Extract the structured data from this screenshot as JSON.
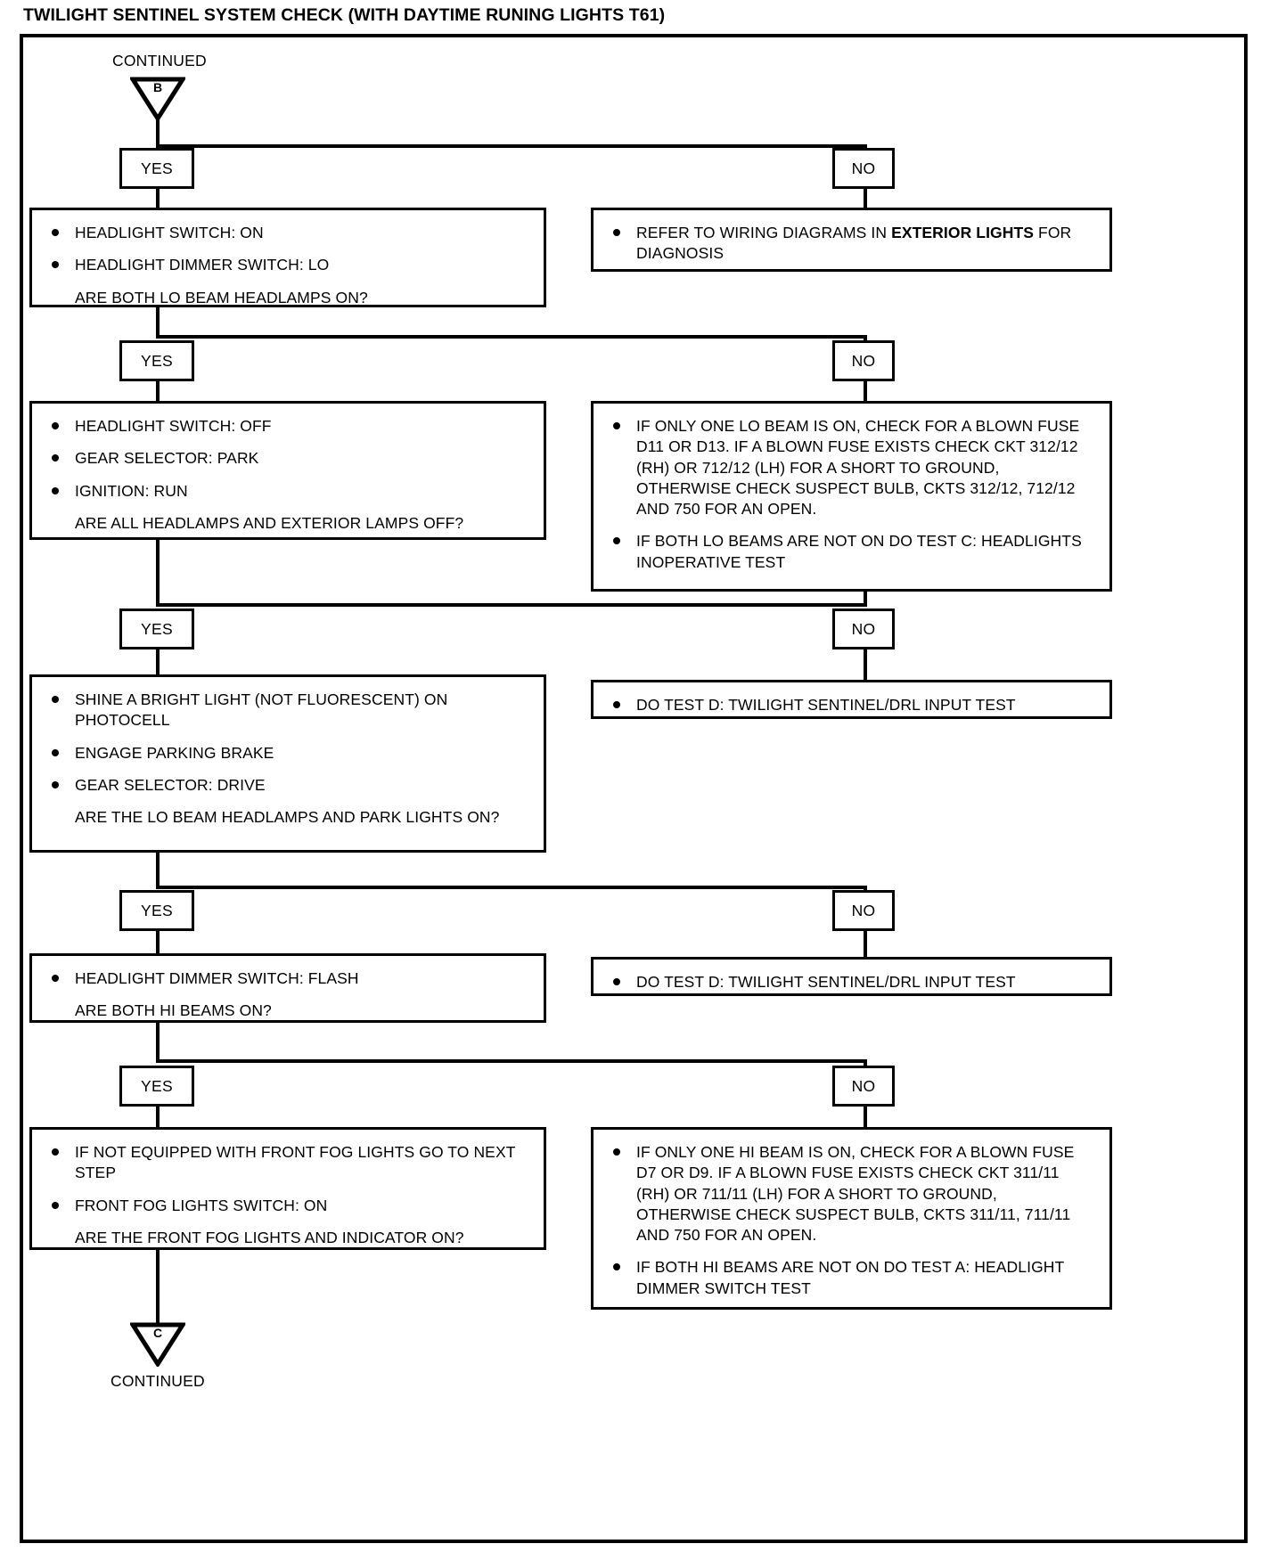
{
  "title": "TWILIGHT SENTINEL SYSTEM CHECK (WITH DAYTIME RUNING LIGHTS T61)",
  "labels": {
    "continued_top": "CONTINUED",
    "continued_bottom": "CONTINUED",
    "marker_top": "B",
    "marker_bottom": "C",
    "yes": "YES",
    "no": "NO"
  },
  "steps": [
    {
      "id": "step-1",
      "yes_label": "YES",
      "no_label": "NO",
      "yes_box": {
        "bullets": [
          "HEADLIGHT SWITCH: ON",
          "HEADLIGHT DIMMER SWITCH: LO"
        ],
        "question": "ARE BOTH LO BEAM HEADLAMPS ON?"
      },
      "no_box": {
        "bullets": [
          "REFER TO WIRING DIAGRAMS IN EXTERIOR LIGHTS FOR DIAGNOSIS"
        ],
        "bold_terms": [
          "EXTERIOR LIGHTS"
        ]
      }
    },
    {
      "id": "step-2",
      "yes_label": "YES",
      "no_label": "NO",
      "yes_box": {
        "bullets": [
          "HEADLIGHT SWITCH: OFF",
          "GEAR SELECTOR: PARK",
          "IGNITION: RUN"
        ],
        "question": "ARE ALL HEADLAMPS AND EXTERIOR LAMPS OFF?"
      },
      "no_box": {
        "bullets": [
          "IF ONLY ONE LO BEAM IS ON, CHECK FOR A BLOWN FUSE D11 OR D13. IF A BLOWN FUSE EXISTS CHECK CKT 312/12 (RH) OR 712/12 (LH) FOR A SHORT TO GROUND, OTHERWISE CHECK SUSPECT BULB, CKTS 312/12, 712/12 AND 750 FOR AN OPEN.",
          "IF BOTH LO BEAMS ARE NOT ON DO TEST C: HEADLIGHTS INOPERATIVE TEST"
        ]
      }
    },
    {
      "id": "step-3",
      "yes_label": "YES",
      "no_label": "NO",
      "yes_box": {
        "bullets": [
          "SHINE A BRIGHT LIGHT (NOT FLUORESCENT) ON PHOTOCELL",
          "ENGAGE PARKING BRAKE",
          "GEAR SELECTOR: DRIVE"
        ],
        "question": "ARE THE LO BEAM HEADLAMPS AND PARK LIGHTS ON?"
      },
      "no_box": {
        "bullets": [
          "DO TEST D: TWILIGHT SENTINEL/DRL INPUT TEST"
        ]
      }
    },
    {
      "id": "step-4",
      "yes_label": "YES",
      "no_label": "NO",
      "yes_box": {
        "bullets": [
          "HEADLIGHT DIMMER SWITCH: FLASH"
        ],
        "question": "ARE BOTH HI BEAMS ON?"
      },
      "no_box": {
        "bullets": [
          "DO TEST D: TWILIGHT SENTINEL/DRL INPUT TEST"
        ]
      }
    },
    {
      "id": "step-5",
      "yes_label": "YES",
      "no_label": "NO",
      "yes_box": {
        "bullets": [
          "IF NOT EQUIPPED WITH FRONT FOG LIGHTS GO TO NEXT STEP",
          "FRONT FOG LIGHTS SWITCH: ON"
        ],
        "question": "ARE THE FRONT FOG LIGHTS AND INDICATOR ON?"
      },
      "no_box": {
        "bullets": [
          "IF ONLY ONE HI BEAM IS ON, CHECK FOR A BLOWN FUSE D7 OR D9. IF A BLOWN FUSE EXISTS CHECK CKT 311/11 (RH) OR 711/11 (LH) FOR A SHORT TO GROUND, OTHERWISE CHECK SUSPECT BULB, CKTS 311/11, 711/11 AND 750 FOR AN OPEN.",
          "IF BOTH HI BEAMS ARE NOT ON DO TEST A: HEADLIGHT DIMMER SWITCH TEST"
        ]
      }
    }
  ],
  "colors": {
    "ink": "#000000",
    "paper": "#ffffff"
  }
}
